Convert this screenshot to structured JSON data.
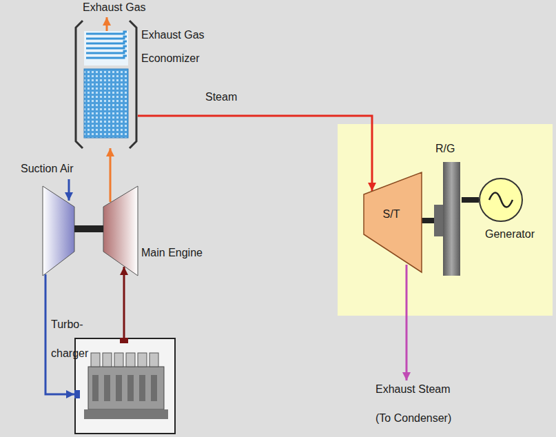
{
  "diagram": {
    "nodes": [
      {
        "text": [
          "Exhaust Gas Economizer"
        ]
      },
      {
        "text": [
          "Turbo- charger"
        ]
      },
      {
        "text": [
          "Main Engine"
        ]
      },
      {
        "text": [
          "S/T"
        ]
      },
      {
        "text": [
          "R/G"
        ]
      },
      {
        "text": [
          "Generator"
        ]
      }
    ],
    "edges": [
      {
        "from": 2,
        "to": 1,
        "arrow": "to"
      },
      {
        "from": 1,
        "to": 0,
        "arrow": "to"
      },
      {
        "from": 1,
        "to": 2,
        "arrow": "to"
      },
      {
        "from": 0,
        "to": 3,
        "label": "Steam",
        "arrow": "to"
      },
      {
        "from": 3,
        "to": 4,
        "arrow": "none"
      },
      {
        "from": 4,
        "to": 5,
        "arrow": "none"
      }
    ],
    "labels": [
      "Exhaust Gas",
      "Suction Air",
      "Exhaust Steam",
      "(To Condenser)"
    ]
  }
}
